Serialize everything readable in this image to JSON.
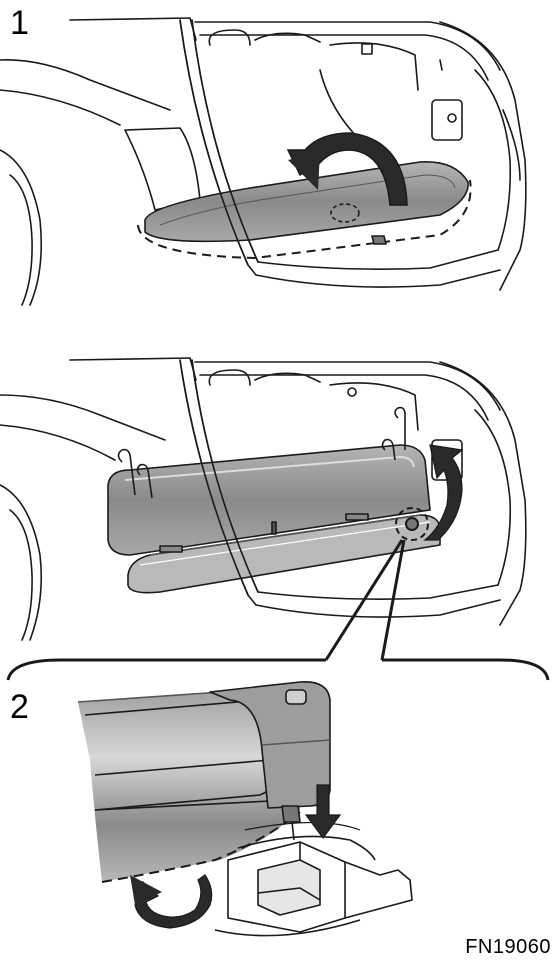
{
  "labels": {
    "step1": "1",
    "step2": "2",
    "figure_code": "FN19060"
  },
  "colors": {
    "line": "#1a1a1a",
    "panel_fill": "#8c8c8c",
    "panel_light": "#cfcfcf",
    "arrow_fill": "#ffffff"
  },
  "icons": [
    "curved-arrow-icon",
    "down-arrow-icon",
    "rotate-arrow-icon"
  ]
}
